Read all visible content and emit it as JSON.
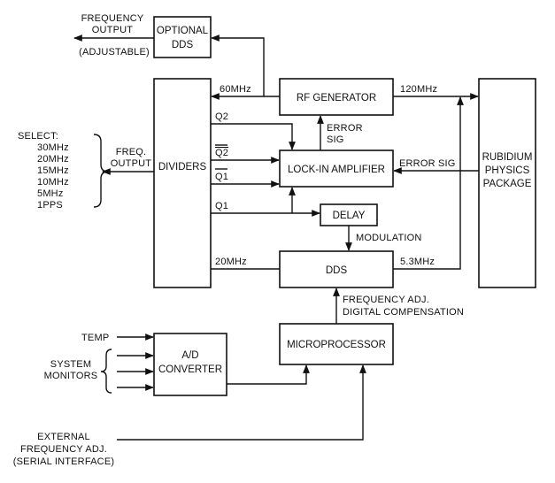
{
  "blocks": {
    "optional_dds": [
      "OPTIONAL",
      "DDS"
    ],
    "dividers": "DIVIDERS",
    "rf_generator": "RF GENERATOR",
    "lockin_amplifier": "LOCK-IN AMPLIFIER",
    "delay": "DELAY",
    "dds": "DDS",
    "rubidium": [
      "RUBIDIUM",
      "PHYSICS",
      "PACKAGE"
    ],
    "microprocessor": "MICROPROCESSOR",
    "ad_converter": [
      "A/D",
      "CONVERTER"
    ]
  },
  "labels": {
    "frequency_output": [
      "FREQUENCY",
      "OUTPUT"
    ],
    "adjustable": "(ADJUSTABLE)",
    "select": "SELECT:",
    "select_options": [
      "30MHz",
      "20MHz",
      "15MHz",
      "10MHz",
      "5MHz",
      "1PPS"
    ],
    "freq_output": [
      "FREQ.",
      "OUTPUT"
    ],
    "f60mhz": "60MHz",
    "f120mhz": "120MHz",
    "q2": "Q2",
    "q2_bar": "Q2",
    "q1_bar": "Q1",
    "q1": "Q1",
    "error_sig_vertical": [
      "ERROR",
      "SIG"
    ],
    "error_sig": "ERROR SIG",
    "modulation": "MODULATION",
    "f20mhz": "20MHz",
    "f5_3mhz": "5.3MHz",
    "freq_adj_comp": [
      "FREQUENCY ADJ.",
      "DIGITAL COMPENSATION"
    ],
    "temp": "TEMP",
    "system_monitors": [
      "SYSTEM",
      "MONITORS"
    ],
    "external_freq_adj": [
      "EXTERNAL",
      "FREQUENCY ADJ.",
      "(SERIAL INTERFACE)"
    ]
  }
}
